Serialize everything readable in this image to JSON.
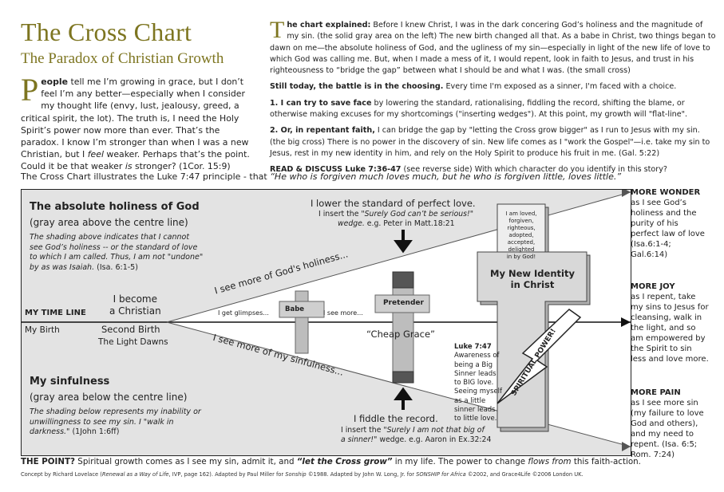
{
  "title": "The Cross Chart",
  "subtitle": "The Paradox of Christian Growth",
  "intro": {
    "dropcap": "P",
    "lead": "eople",
    "t1": " tell me I’m growing in grace, but I don’t feel I’m any better—especially when I consider my thought life (envy, lust, jealousy, greed, a critical spirit, the lot). The truth is, I need the Holy Spirit’s power now more than ever. That’s the paradox. I know I’m stronger than when I was a new Christian, but I ",
    "feel": "feel",
    "t2": " weaker. Perhaps that’s the point. Could it be that weaker ",
    "is": "is",
    "t3": " stronger? (1Cor. 15:9)"
  },
  "explained": {
    "dropcap": "T",
    "head": "he chart explained:",
    "p1": " Before I knew Christ, I was in the dark concering God’s holiness and the magnitude of my sin. (the solid gray area on the left) The new birth changed all that. As a babe in Christ, two things began to dawn on me—the absolute holiness of God, and the ugliness of my sin—especially in light of the new life of love to which God was calling me. But, when I made a mess of it, I would repent, look in faith to Jesus, and trust in his righteousness to “bridge the gap” between what I should be and what I was. (the small cross)",
    "p2head": "Still today, the battle is in the choosing.",
    "p2": " Every time I'm exposed as a sinner, I'm faced with a choice.",
    "p3head": "1. I can try to save face",
    "p3": " by lowering the standard, rationalising, fiddling the record, shifting the blame, or otherwise making excuses for my shortcomings (\"inserting wedges\"). At this point, my growth will \"flat-line\".",
    "p4head": "2. Or, in repentant faith,",
    "p4": " I can bridge the gap by \"letting the Cross grow bigger\" as I run to Jesus with my sin. (the big cross) There is no power in the discovery of sin. New life comes as I \"work the Gospel\"—i.e. take my sin to Jesus, rest in my new identity in him, and rely on the Holy Spirit to produce his fruit in me. (Gal. 5:22)",
    "p5head": "READ & DISCUSS Luke 7:36-47",
    "p5": " (see reverse side) With which character do you identify in this story?"
  },
  "principle": {
    "text": "The Cross Chart illustrates the Luke 7:47 principle - that ",
    "quote": "“He who is forgiven much loves much, but he who is forgiven little, loves little.”"
  },
  "chart": {
    "holiness_title": "The absolute holiness of God",
    "holiness_sub": "(gray area above the centre line)",
    "holiness_note1": "The shading above indicates that I cannot",
    "holiness_note2": "see God’s holiness -- or the standard of love",
    "holiness_note3": "to which I am called. Thus, I am not \"undone\"",
    "holiness_note4a": "by as was Isaiah.",
    "holiness_note4b": " (Isa. 6:1-5)",
    "timeline": "MY TIME LINE",
    "become1": "I become",
    "become2": "a Christian",
    "birth": "My Birth",
    "second_birth": "Second Birth",
    "light_dawns": "The Light Dawns",
    "sin_title": "My sinfulness",
    "sin_sub": "(gray area below the centre line)",
    "sin_note1": "The shading below represents my inability or",
    "sin_note2": "unwillingness to see my sin. I \"walk in",
    "sin_note3a": "darkness.\"",
    "sin_note3b": " (1John 1:6ff)",
    "see_holiness": "I see more of God's holiness...",
    "see_sinfulness": "I see more of my sinfulness...",
    "glimpses": "I get glimpses...",
    "see_more": "I see more...",
    "babe": "Babe",
    "pretender": "Pretender",
    "cheap_grace": "“Cheap Grace”",
    "lower1": "I lower the standard of perfect love.",
    "lower2a": "I insert the ",
    "lower2b": "\"Surely God can’t be serious!\"",
    "lower3a": "wedge.",
    "lower3b": " e.g. Peter in Matt.18:21",
    "fiddle1": "I fiddle the record.",
    "fiddle2a": "I insert the ",
    "fiddle2b": "\"Surely I am not that big of",
    "fiddle3a": "a sinner!\"",
    "fiddle3b": " wedge. e.g. Aaron in Ex.32:24",
    "loved": [
      "I am loved,",
      "forgiven,",
      "righteous,",
      "adopted,",
      "accepted,",
      "delighted",
      "in by God!"
    ],
    "identity1": "My New Identity",
    "identity2": "in Christ",
    "power": "SPIRITUAL POWER!",
    "luke_title": "Luke 7:47",
    "luke_lines": [
      "Awareness of",
      "being a Big",
      "Sinner leads",
      "to BIG love.",
      "Seeing myself",
      "as a little",
      "sinner leads",
      "to little love."
    ]
  },
  "side": {
    "wonder_head": "MORE WONDER",
    "wonder": [
      "as I see God’s",
      "holiness and the",
      "purity of his",
      "perfect law of love",
      "(Isa.6:1-4;",
      "Gal.6:14)"
    ],
    "joy_head": "MORE JOY",
    "joy": [
      "as I repent, take",
      "my sins to Jesus for",
      "cleansing, walk in",
      "the light, and so",
      "am empowered by",
      "the Spirit to sin",
      "less and love more."
    ],
    "pain_head": "MORE PAIN",
    "pain": [
      "as I see more sin",
      "(my failure to love",
      "God and others),",
      "and my need to",
      "repent. (Isa. 6:5;",
      "Rom. 7:24)"
    ]
  },
  "point": {
    "head": "THE POINT?",
    "t1": " Spiritual growth comes as I see my sin, admit it, and ",
    "em1": "“let the Cross grow”",
    "t2": " in my life. The power to change ",
    "em2": "flows from",
    "t3": " this faith-action."
  },
  "credit": {
    "t1": "Concept by Richard Lovelace (",
    "em1": "Renewal as a Way of Life",
    "t2": ", IVP, page 162). Adapted by Paul Miller for ",
    "em2": "Sonship",
    "t3": " ©1988. Adapted by John W. Long, Jr. for ",
    "em3": "SONSHIP for Africa",
    "t4": " ©2002, and Grace4Life ©2006 London UK."
  }
}
